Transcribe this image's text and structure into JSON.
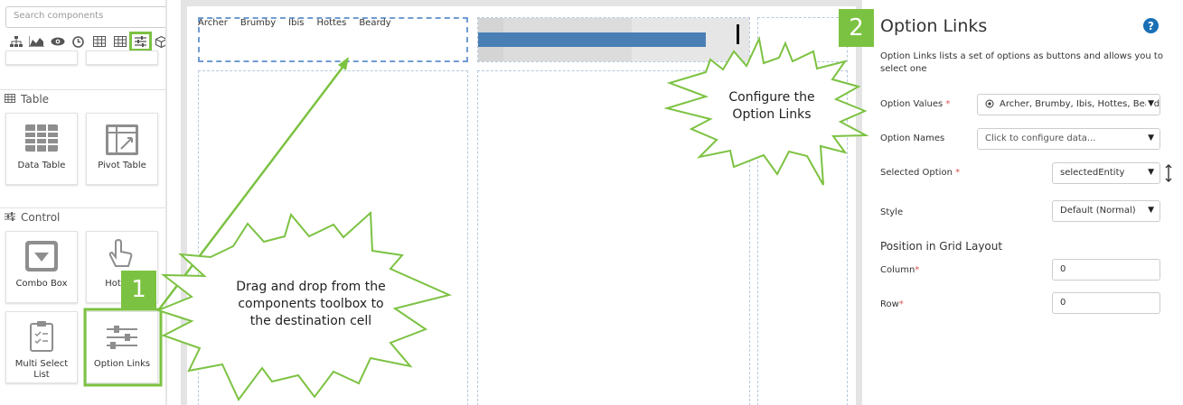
{
  "toolbox": {
    "search_placeholder": "Search components",
    "category_icons": [
      "hierarchy-icon",
      "area-chart-icon",
      "eye-icon",
      "clock-icon",
      "grid-icon",
      "table-icon",
      "sliders-icon",
      "cube-icon"
    ],
    "active_category": "sliders-icon",
    "sections": [
      {
        "name": "Table",
        "icon": "table-icon",
        "items": [
          "Data Table",
          "Pivot Table"
        ]
      },
      {
        "name": "Control",
        "icon": "sliders-icon",
        "items": [
          "Combo Box",
          "Hot",
          "Multi Select List",
          "Option Links"
        ]
      }
    ]
  },
  "canvas": {
    "option_links": [
      "Archer",
      "Brumby",
      "Ibis",
      "Hottes",
      "Beardy"
    ],
    "bar_fill_fraction": 0.84
  },
  "props": {
    "title": "Option Links",
    "help": "?",
    "description": "Option Links lists a set of options as buttons and allows you to select one",
    "option_values_label": "Option Values",
    "option_values_value": "Archer, Brumby, Ibis, Hottes, Beardy",
    "option_names_label": "Option Names",
    "option_names_placeholder": "Click to configure data...",
    "selected_option_label": "Selected Option",
    "selected_option_value": "selectedEntity",
    "style_label": "Style",
    "style_value": "Default (Normal)",
    "grid_heading": "Position in Grid Layout",
    "column_label": "Column",
    "column_value": "0",
    "row_label": "Row",
    "row_value": "0",
    "required_mark": "*"
  },
  "annotations": {
    "step1_number": "1",
    "step1_text": [
      "Drag and drop from the",
      "components toolbox to",
      "the destination cell"
    ],
    "step2_number": "2",
    "step2_text": [
      "Configure the",
      "Option Links"
    ],
    "accent_color": "#7cc242"
  }
}
